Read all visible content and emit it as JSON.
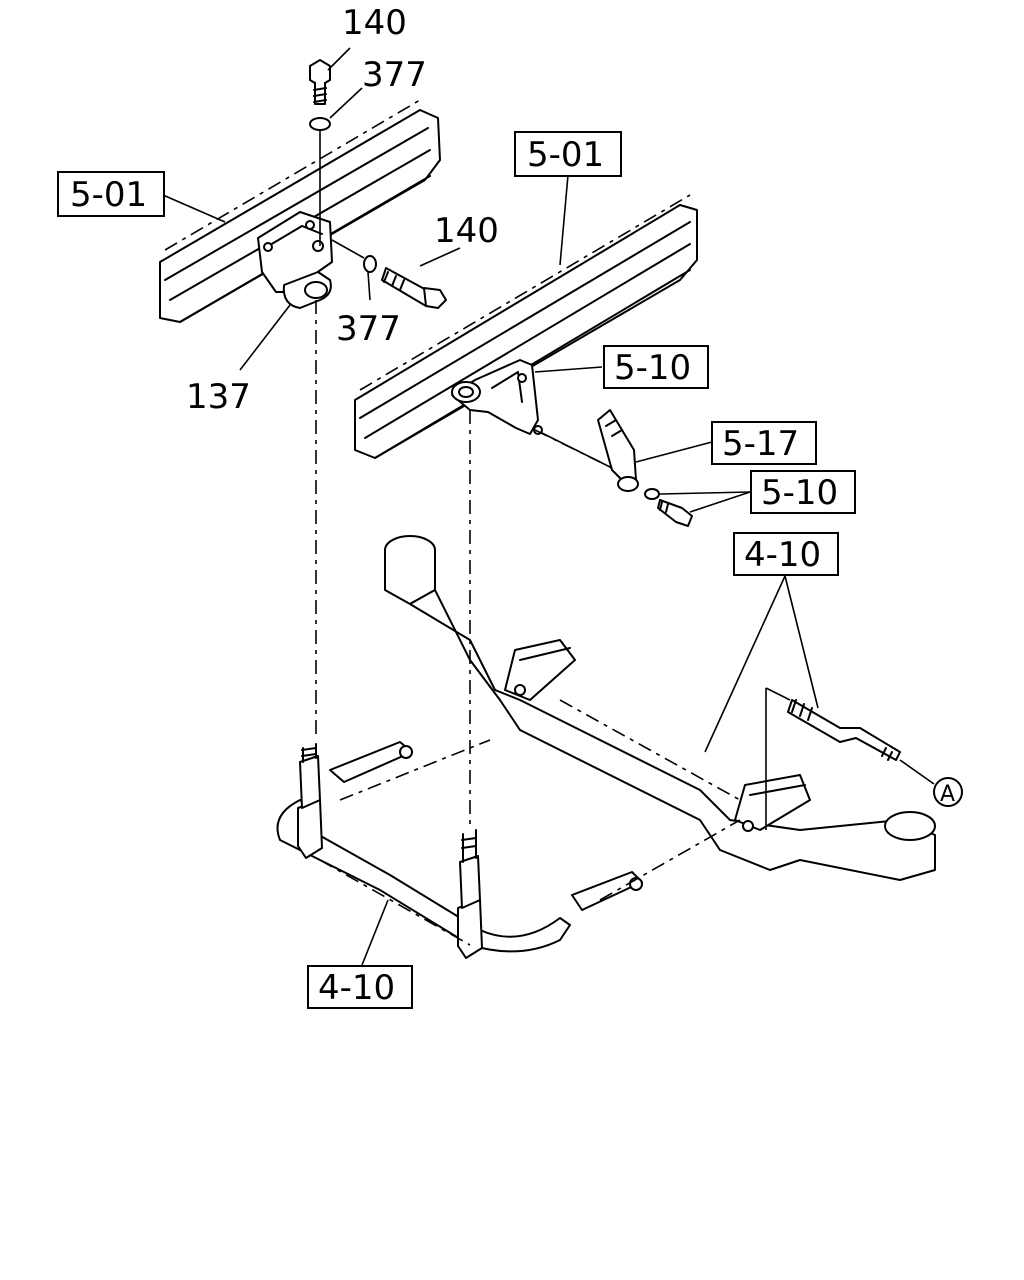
{
  "labels": {
    "bolt_top": "140",
    "washer_top": "377",
    "frame_left": "5-01",
    "frame_right": "5-01",
    "bolt_side": "140",
    "washer_side": "377",
    "bracket_left": "137",
    "bracket_right": "5-10",
    "link": "5-17",
    "bolt_link": "5-10",
    "axle": "4-10",
    "stabilizer": "4-10",
    "ref_a": "A"
  }
}
